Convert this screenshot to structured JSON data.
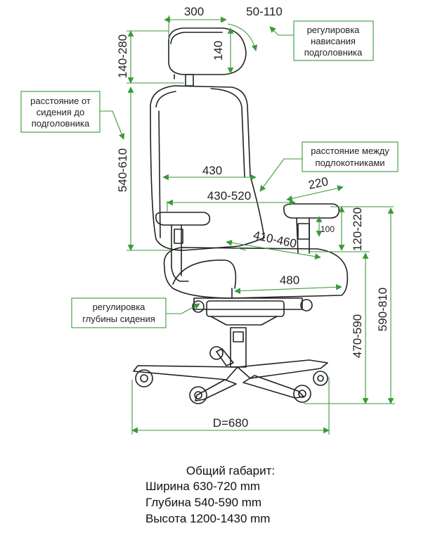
{
  "dimensions": {
    "headrest_width": "300",
    "headrest_overhang": "50-110",
    "headrest_height": "140",
    "headrest_adjust": "140-280",
    "backrest_height": "540-610",
    "backrest_width": "430",
    "arm_distance": "430-520",
    "arm_width": "220",
    "arm_height_adjust": "120-220",
    "arm_offset": "100",
    "seat_width": "410-460",
    "seat_depth": "480",
    "seat_height": "470-590",
    "arm_floor_height": "590-810",
    "base_diameter": "D=680"
  },
  "notes": {
    "headrest_overhang": [
      "регулировка",
      "нависания",
      "подголовника"
    ],
    "seat_to_headrest": [
      "расстояние от",
      "сидения до",
      "подголовника"
    ],
    "armrest_distance": [
      "расстояние между",
      "подлокотниками"
    ],
    "seat_depth_adjust": [
      "регулировка",
      "глубины сидения"
    ]
  },
  "summary": {
    "title": "Общий габарит:",
    "width": "Ширина 630-720 mm",
    "depth": "Глубина 540-590 mm",
    "height": "Высота 1200-1430 mm"
  },
  "colors": {
    "accent": "#3a9a3a",
    "line": "#222222"
  }
}
